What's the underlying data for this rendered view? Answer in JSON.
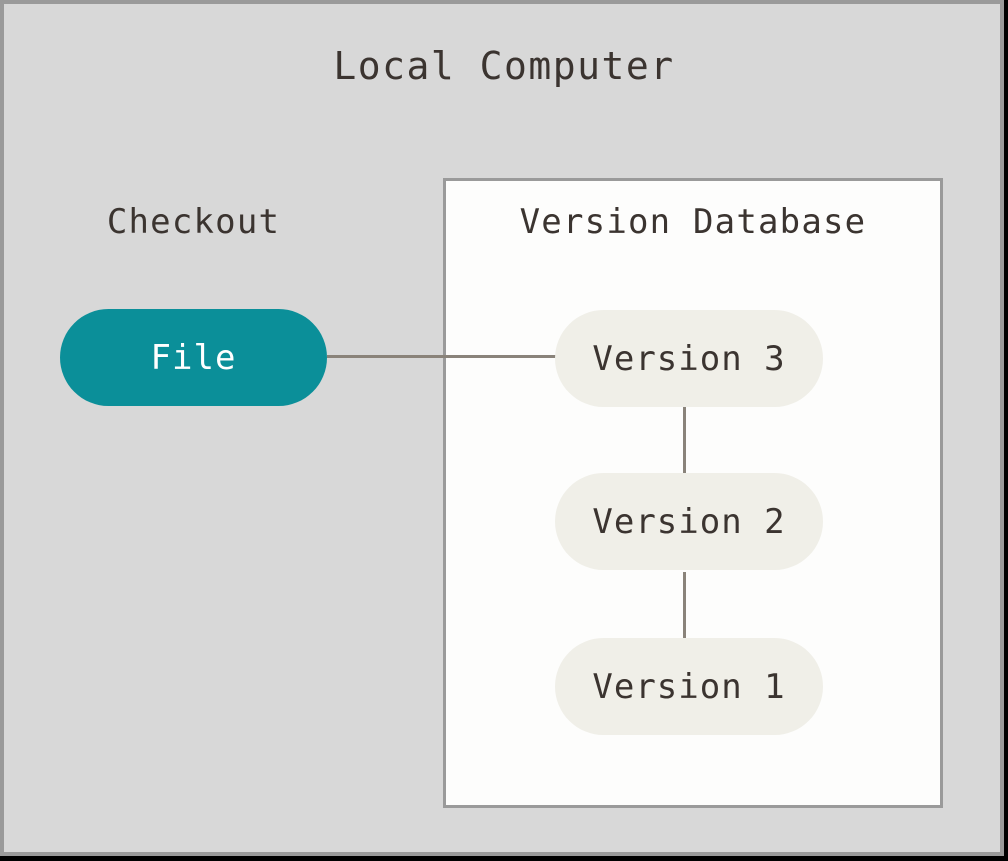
{
  "diagram": {
    "title": "Local Computer",
    "checkout": {
      "label": "Checkout",
      "file_pill": "File"
    },
    "version_database": {
      "title": "Version Database",
      "versions": [
        "Version 3",
        "Version 2",
        "Version 1"
      ]
    },
    "colors": {
      "background": "#d8d8d8",
      "frame_border": "#9a9a9a",
      "outer_edge": "#000000",
      "text": "#3b3430",
      "db_box_background": "#fdfdfc",
      "db_box_border": "#9a9a9a",
      "file_pill": "#0b8f99",
      "file_pill_text": "#ffffff",
      "version_pill": "#f0efe8",
      "connector": "#8a837a"
    }
  }
}
